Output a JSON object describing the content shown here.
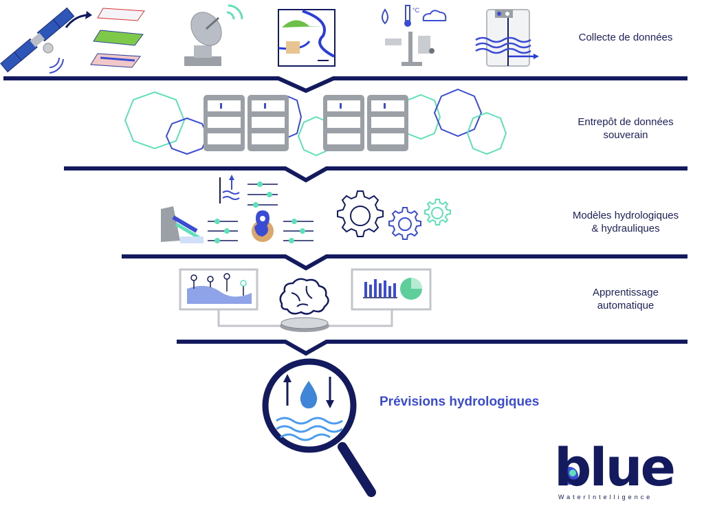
{
  "stages": [
    {
      "id": "collecte",
      "label": "Collecte de données"
    },
    {
      "id": "entrepot",
      "label_line1": "Entrepôt de données",
      "label_line2": "souverain"
    },
    {
      "id": "modeles",
      "label_line1": "Modèles hydrologiques",
      "label_line2": "& hydrauliques"
    },
    {
      "id": "apprentissage",
      "label_line1": "Apprentissage",
      "label_line2": "automatique"
    }
  ],
  "result": {
    "label": "Prévisions hydrologiques"
  },
  "logo": {
    "word": "blue",
    "tagline": "WaterIntelligence"
  },
  "icons": {
    "collecte": [
      "satellite-icon",
      "satellite-dish-icon",
      "map-icon",
      "weather-station-icon",
      "water-gauge-icon"
    ],
    "entrepot": [
      "server-rack-icon"
    ],
    "modeles": [
      "dam-icon",
      "sliders-icon",
      "globe-pin-icon",
      "gears-icon"
    ],
    "apprentissage": [
      "line-chart-icon",
      "brain-icon",
      "bar-pie-chart-icon"
    ],
    "result": [
      "magnifier-water-icon"
    ]
  },
  "colors": {
    "navy": "#131a5e",
    "blue": "#3a4bd4",
    "mint": "#5ee0b8",
    "grey": "#9aa0a6"
  }
}
